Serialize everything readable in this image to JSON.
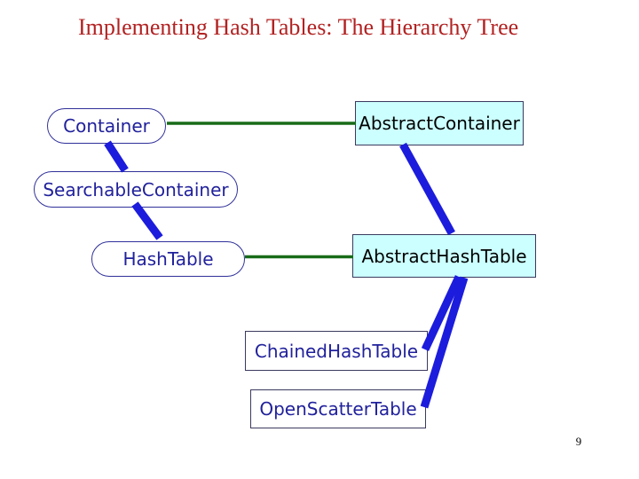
{
  "slide": {
    "title": "Implementing Hash Tables: The Hierarchy Tree",
    "page_number": "9",
    "background": "#ffffff"
  },
  "colors": {
    "title_text": "#b22222",
    "node_text": "#21219c",
    "node_border": "#30309a",
    "rect_border": "#3a3a5e",
    "abstract_fill": "#ccffff",
    "abstract_text": "#000000",
    "inheritance_line_blue": "#1c1cdd",
    "association_line_green": "#186b18"
  },
  "nodes": {
    "container": {
      "label": "Container",
      "shape": "rounded",
      "fill": "#ffffff"
    },
    "abstract_container": {
      "label": "AbstractContainer",
      "shape": "rect",
      "fill": "#ccffff"
    },
    "searchable_container": {
      "label": "SearchableContainer",
      "shape": "rounded",
      "fill": "#ffffff"
    },
    "hash_table": {
      "label": "HashTable",
      "shape": "rounded",
      "fill": "#ffffff"
    },
    "abstract_hash_table": {
      "label": "AbstractHashTable",
      "shape": "rect",
      "fill": "#ccffff"
    },
    "chained_hash_table": {
      "label": "ChainedHashTable",
      "shape": "rect",
      "fill": "#ffffff"
    },
    "open_scatter_table": {
      "label": "OpenScatterTable",
      "shape": "rect",
      "fill": "#ffffff"
    }
  },
  "edges": [
    {
      "from": "container",
      "to": "abstract_container",
      "style": "green-thin"
    },
    {
      "from": "hash_table",
      "to": "abstract_hash_table",
      "style": "green-thin"
    },
    {
      "from": "container",
      "to": "searchable_container",
      "style": "blue-thick"
    },
    {
      "from": "searchable_container",
      "to": "hash_table",
      "style": "blue-thick"
    },
    {
      "from": "abstract_container",
      "to": "abstract_hash_table",
      "style": "blue-thick"
    },
    {
      "from": "abstract_hash_table",
      "to": "chained_hash_table",
      "style": "blue-thick"
    },
    {
      "from": "abstract_hash_table",
      "to": "open_scatter_table",
      "style": "blue-thick"
    }
  ]
}
